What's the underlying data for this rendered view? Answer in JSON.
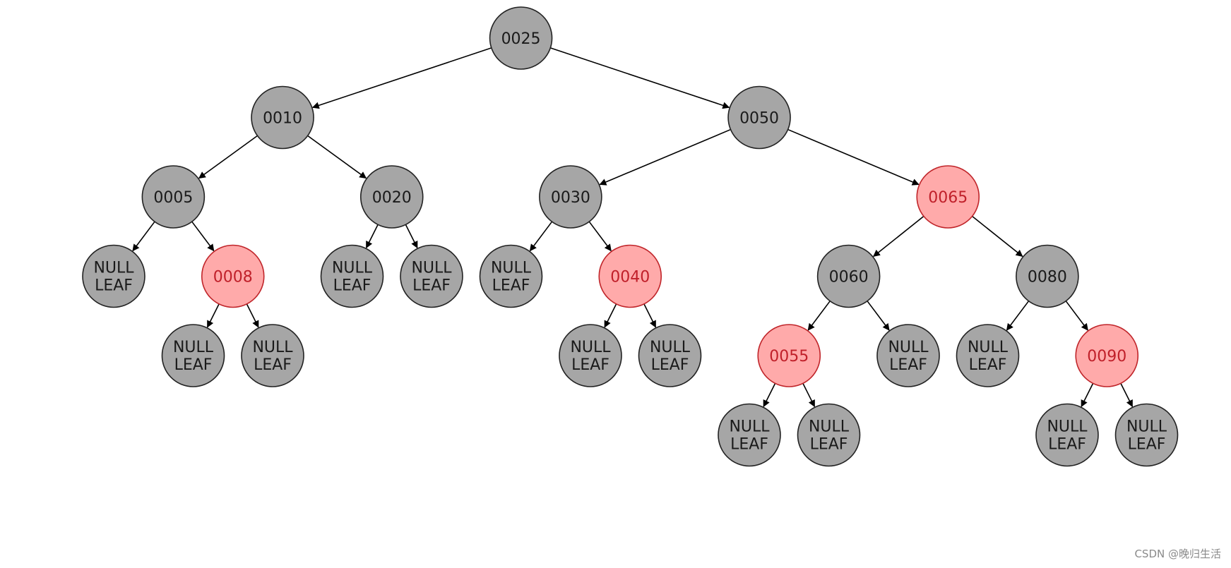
{
  "watermark": "CSDN @晚归生活",
  "colors": {
    "black_fill": "#a6a6a6",
    "black_stroke": "#222222",
    "black_text": "#1a1a1a",
    "red_fill": "#ffaaaa",
    "red_stroke": "#c0252a",
    "red_text": "#c0202a",
    "edge": "#000000"
  },
  "tree": {
    "label": "0025",
    "color": "black",
    "children": [
      {
        "label": "0010",
        "color": "black",
        "children": [
          {
            "label": "0005",
            "color": "black",
            "children": [
              {
                "label": "NULL\nLEAF",
                "color": "black",
                "leaf": true
              },
              {
                "label": "0008",
                "color": "red",
                "children": [
                  {
                    "label": "NULL\nLEAF",
                    "color": "black",
                    "leaf": true
                  },
                  {
                    "label": "NULL\nLEAF",
                    "color": "black",
                    "leaf": true
                  }
                ]
              }
            ]
          },
          {
            "label": "0020",
            "color": "black",
            "children": [
              {
                "label": "NULL\nLEAF",
                "color": "black",
                "leaf": true
              },
              {
                "label": "NULL\nLEAF",
                "color": "black",
                "leaf": true
              }
            ]
          }
        ]
      },
      {
        "label": "0050",
        "color": "black",
        "children": [
          {
            "label": "0030",
            "color": "black",
            "children": [
              {
                "label": "NULL\nLEAF",
                "color": "black",
                "leaf": true
              },
              {
                "label": "0040",
                "color": "red",
                "children": [
                  {
                    "label": "NULL\nLEAF",
                    "color": "black",
                    "leaf": true
                  },
                  {
                    "label": "NULL\nLEAF",
                    "color": "black",
                    "leaf": true
                  }
                ]
              }
            ]
          },
          {
            "label": "0065",
            "color": "red",
            "children": [
              {
                "label": "0060",
                "color": "black",
                "children": [
                  {
                    "label": "0055",
                    "color": "red",
                    "children": [
                      {
                        "label": "NULL\nLEAF",
                        "color": "black",
                        "leaf": true
                      },
                      {
                        "label": "NULL\nLEAF",
                        "color": "black",
                        "leaf": true
                      }
                    ]
                  },
                  {
                    "label": "NULL\nLEAF",
                    "color": "black",
                    "leaf": true
                  }
                ]
              },
              {
                "label": "0080",
                "color": "black",
                "children": [
                  {
                    "label": "NULL\nLEAF",
                    "color": "black",
                    "leaf": true
                  },
                  {
                    "label": "0090",
                    "color": "red",
                    "children": [
                      {
                        "label": "NULL\nLEAF",
                        "color": "black",
                        "leaf": true
                      },
                      {
                        "label": "NULL\nLEAF",
                        "color": "black",
                        "leaf": true
                      }
                    ]
                  }
                ]
              }
            ]
          }
        ]
      }
    ]
  }
}
